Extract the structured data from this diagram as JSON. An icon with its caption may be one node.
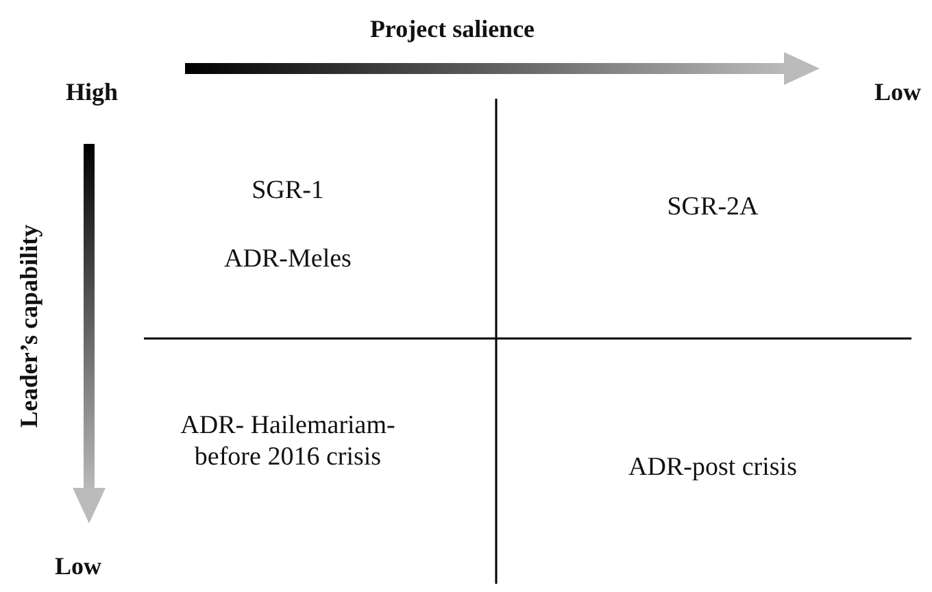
{
  "diagram": {
    "labels": [
      "Project salience",
      "High",
      "Low",
      "Leader’s capability",
      "SGR-1",
      "ADR-Meles",
      "SGR-2A",
      "ADR- Hailemariam- before 2016 crisis",
      "ADR-post crisis",
      "Low"
    ]
  }
}
